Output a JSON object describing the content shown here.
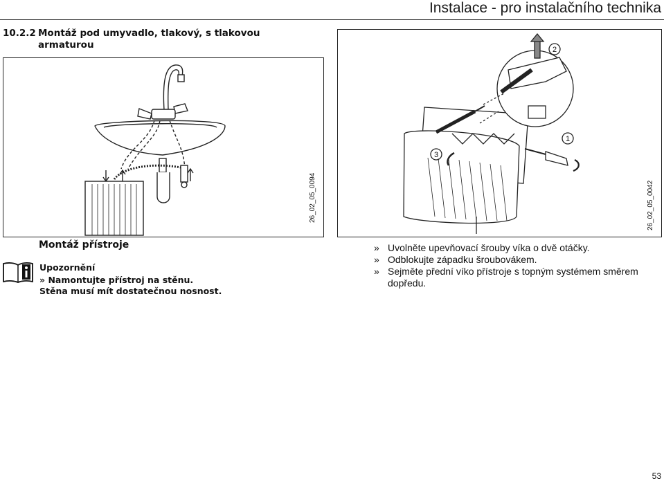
{
  "header": {
    "title": "Instalace - pro instalačního technika"
  },
  "section": {
    "number": "10.2.2",
    "title": "Montáž pod umyvadlo, tlakový, s tlakovou armaturou"
  },
  "figures": {
    "left_code": "26_02_05_0094",
    "right_code": "26_02_05_0042",
    "callouts": [
      "2",
      "1",
      "3"
    ]
  },
  "subheading": "Montáž přístroje",
  "note": {
    "title": "Upozornění",
    "marker": "»",
    "line1": "Namontujte přístroj na stěnu.",
    "line2": "Stěna musí mít dostatečnou nosnost."
  },
  "steps": [
    {
      "marker": "»",
      "text": "Uvolněte upevňovací šrouby víka o dvě otáčky."
    },
    {
      "marker": "»",
      "text": "Odblokujte západku šroubovákem."
    },
    {
      "marker": "»",
      "text": "Sejměte přední víko přístroje s topným systémem směrem dopředu."
    }
  ],
  "page_number": "53"
}
